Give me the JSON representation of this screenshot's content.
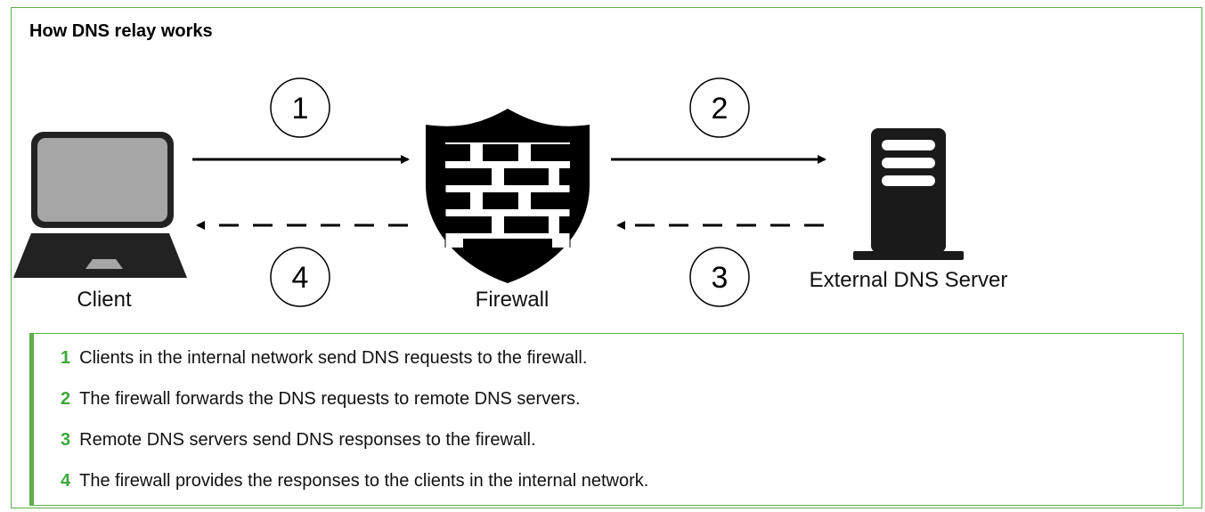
{
  "title": "How DNS relay works",
  "nodes": {
    "client": "Client",
    "firewall": "Firewall",
    "server": "External DNS Server"
  },
  "arrows": [
    {
      "number": "1",
      "style": "solid",
      "direction": "client-to-firewall"
    },
    {
      "number": "2",
      "style": "solid",
      "direction": "firewall-to-server"
    },
    {
      "number": "3",
      "style": "dashed",
      "direction": "server-to-firewall"
    },
    {
      "number": "4",
      "style": "dashed",
      "direction": "firewall-to-client"
    }
  ],
  "steps": [
    {
      "num": "1",
      "text": "Clients in the internal network send DNS requests to the firewall."
    },
    {
      "num": "2",
      "text": "The firewall forwards the DNS requests to remote DNS servers."
    },
    {
      "num": "3",
      "text": "Remote DNS servers send DNS responses to the firewall."
    },
    {
      "num": "4",
      "text": "The firewall provides the responses to the clients in the internal network."
    }
  ],
  "colors": {
    "accent": "#5bb04a",
    "step_number": "#3da83a",
    "icon": "#111111",
    "screen": "#a6a6a6"
  }
}
